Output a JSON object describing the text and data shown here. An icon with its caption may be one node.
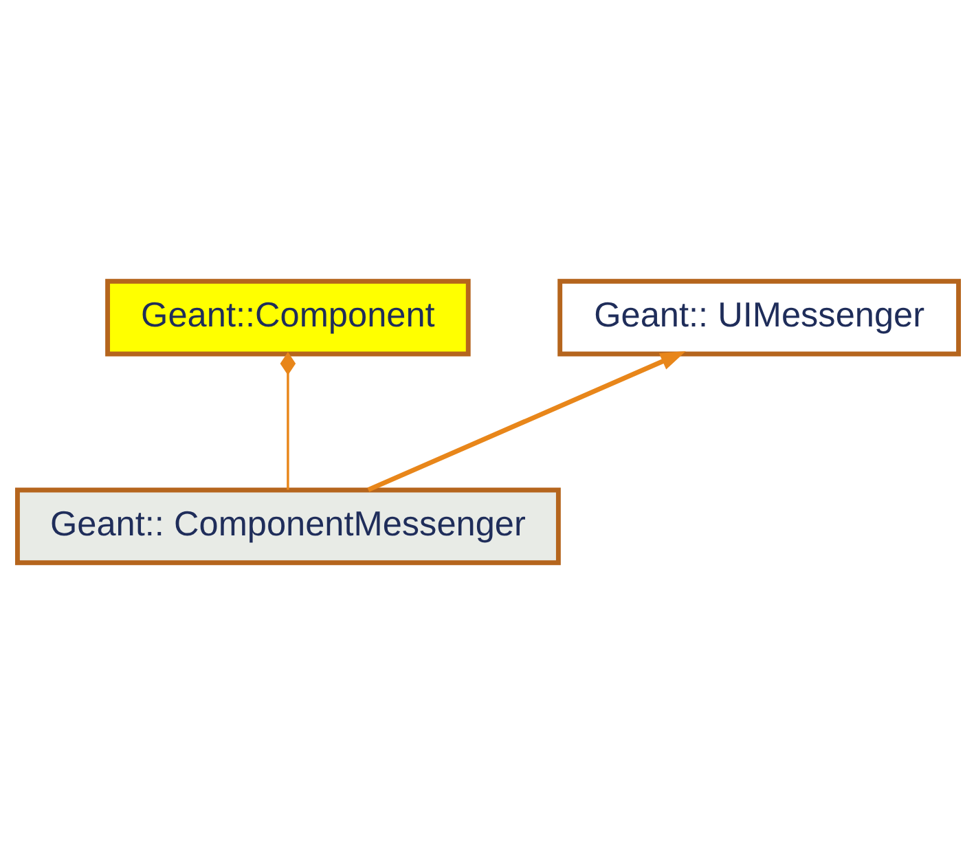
{
  "diagram": {
    "nodes": [
      {
        "text": [
          "Geant::Component"
        ]
      },
      {
        "text": [
          "Geant:: UIMessenger"
        ]
      },
      {
        "text": [
          "Geant:: ComponentMessenger"
        ]
      }
    ],
    "edges": [
      {
        "from": 0,
        "to": 2,
        "arrow": "other"
      },
      {
        "from": 2,
        "to": 1,
        "arrow": "to",
        "style": "thick"
      }
    ]
  }
}
